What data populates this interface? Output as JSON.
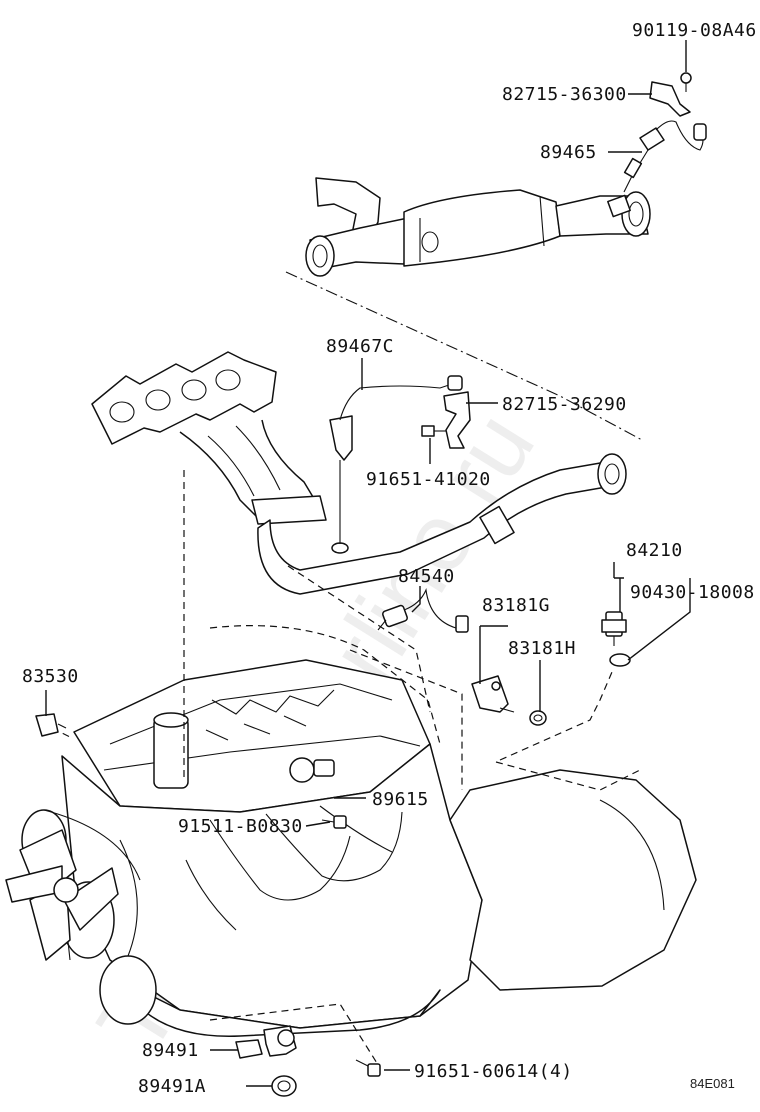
{
  "diagram": {
    "watermark": "Toyota-Carline.ru",
    "illustration_ref": "84E081",
    "parts": {
      "p90119": "90119-08A46",
      "p82715_36300": "82715-36300",
      "p89465": "89465",
      "p89467C": "89467C",
      "p82715_36290": "82715-36290",
      "p91651_41020": "91651-41020",
      "p84210": "84210",
      "p84540": "84540",
      "p83181G": "83181G",
      "p90430": "90430-18008",
      "p83181H": "83181H",
      "p83530": "83530",
      "p89615": "89615",
      "p91511": "91511-B0830",
      "p89491": "89491",
      "p91651_60614": "91651-60614(4)",
      "p89491A": "89491A"
    }
  }
}
